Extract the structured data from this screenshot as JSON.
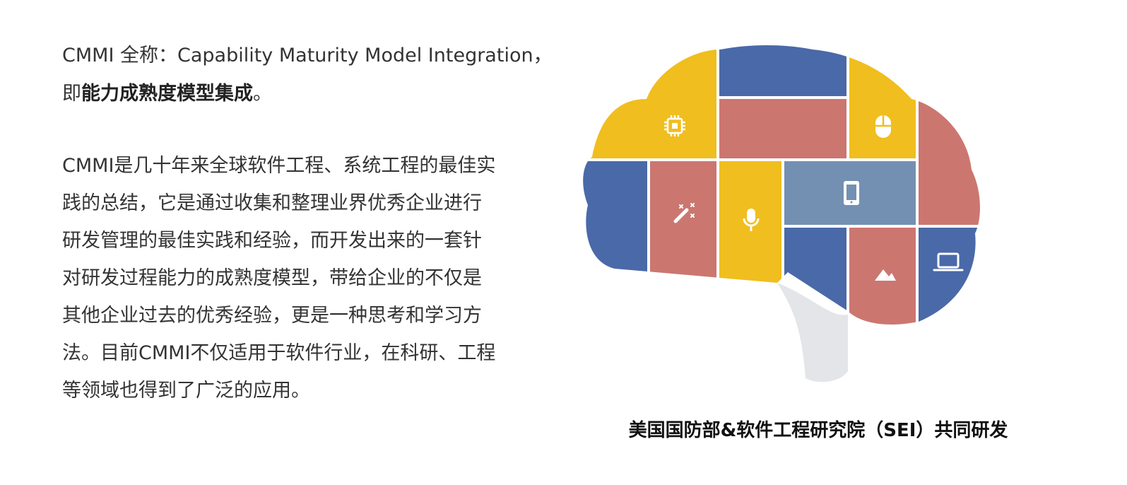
{
  "intro": {
    "line1": "CMMI 全称：Capability Maturity Model Integration，",
    "line2_prefix": "即",
    "line2_bold": "能力成熟度模型集成",
    "line2_suffix": "。"
  },
  "body": {
    "lines": [
      "CMMI是几十年来全球软件工程、系统工程的最佳实",
      "践的总结，它是通过收集和整理业界优秀企业进行",
      "研发管理的最佳实践和经验，而开发出来的一套针",
      "对研发过程能力的成熟度模型，带给企业的不仅是",
      "其他企业过去的优秀经验，更是一种思考和学习方",
      "法。目前CMMI不仅适用于软件行业，在科研、工程",
      "等领域也得到了广泛的应用。"
    ]
  },
  "caption": "美国国防部&软件工程研究院（SEI）共同研发",
  "colors": {
    "yellow": "#F0BE1E",
    "blue": "#4A69A8",
    "red": "#CC7670",
    "slate": "#7390B3",
    "stem": "#E4E5E8"
  },
  "icons": [
    "chip-icon",
    "mouse-icon",
    "magic-wand-icon",
    "microphone-icon",
    "phone-icon",
    "laptop-icon",
    "picture-icon"
  ]
}
